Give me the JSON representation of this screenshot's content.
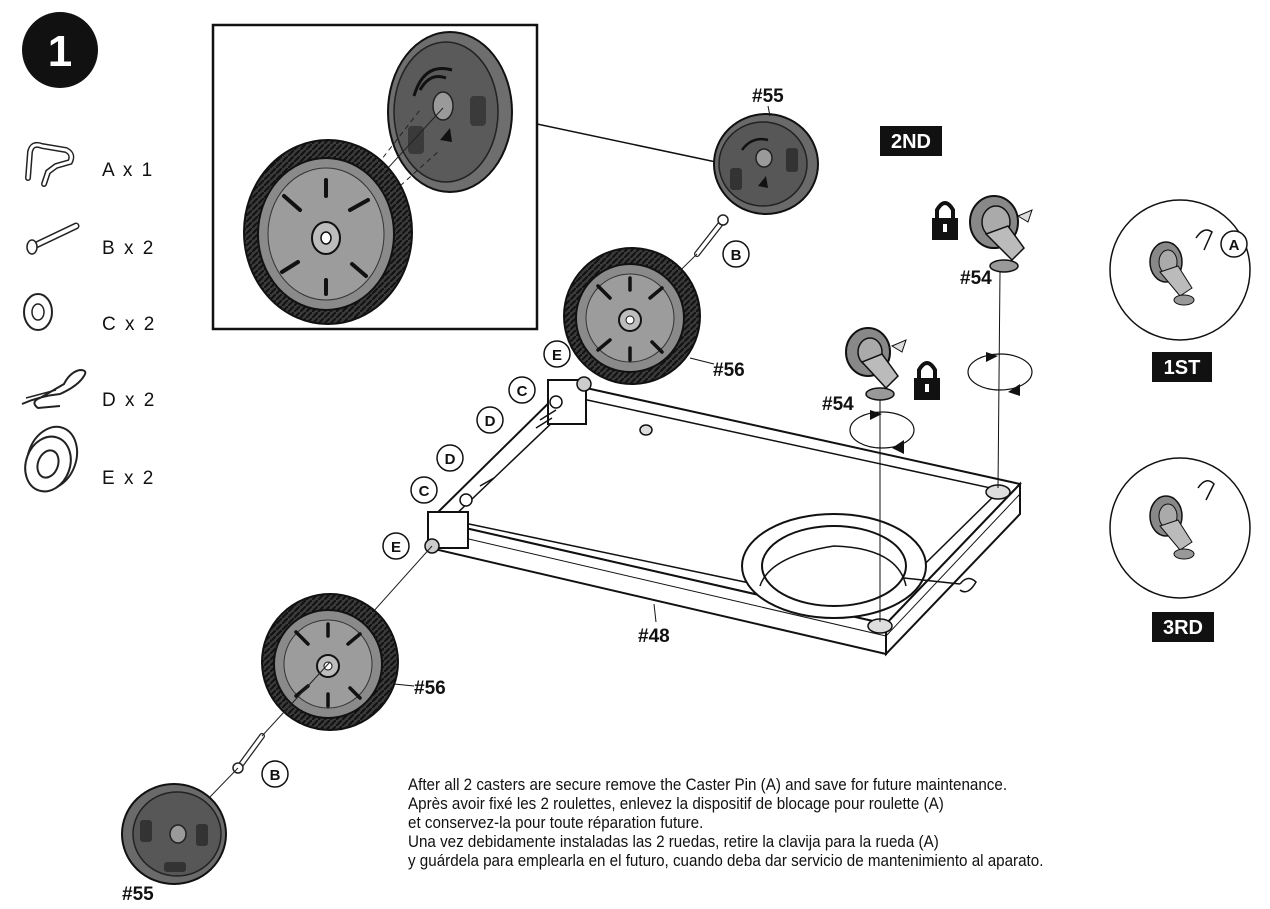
{
  "step_number": "1",
  "parts_list": [
    {
      "icon": "caster-pin-icon",
      "label": "A x 1"
    },
    {
      "icon": "axle-bolt-icon",
      "label": "B x 2"
    },
    {
      "icon": "washer-icon",
      "label": "C x 2"
    },
    {
      "icon": "cotter-pin-icon",
      "label": "D x 2"
    },
    {
      "icon": "spacer-ring-icon",
      "label": "E x 2"
    }
  ],
  "part_labels": {
    "hubcap_top": "#55",
    "hubcap_bottom": "#55",
    "wheel_top": "#56",
    "wheel_bottom": "#56",
    "caster_back": "#54",
    "caster_front": "#54",
    "frame": "#48"
  },
  "callout_letters": {
    "b_top": "B",
    "b_bottom": "B",
    "e_top": "E",
    "c_top": "C",
    "d_top": "D",
    "d_left": "D",
    "c_left": "C",
    "e_left": "E",
    "a_detail": "A"
  },
  "order_badges": {
    "second": "2ND",
    "first": "1ST",
    "third": "3RD"
  },
  "instructions": [
    "After all 2 casters are secure remove the Caster Pin (A) and save for future maintenance.",
    "Après avoir fixé les 2 roulettes, enlevez la dispositif de blocage pour roulette (A)",
    "et conservez-la pour toute réparation future.",
    "Una vez debidamente instaladas las 2 ruedas, retire la clavija para la rueda (A)",
    "y guárdela para emplearla en el futuro, cuando deba dar servicio de mantenimiento al aparato."
  ]
}
